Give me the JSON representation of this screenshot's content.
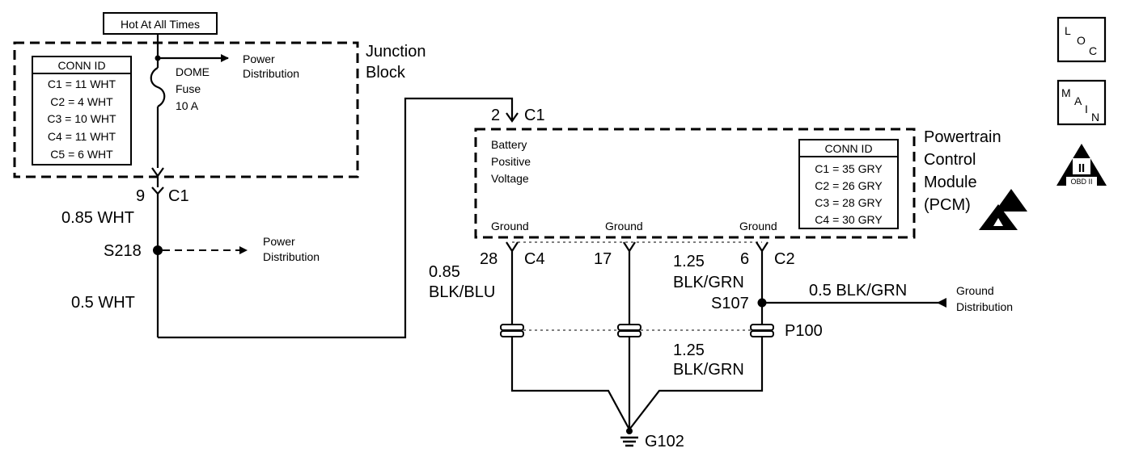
{
  "hot_label": "Hot At All Times",
  "junction_block": {
    "title_line1": "Junction",
    "title_line2": "Block",
    "conn_table": {
      "header": "CONN ID",
      "rows": [
        "C1 = 11 WHT",
        "C2 = 4 WHT",
        "C3 = 10 WHT",
        "C4 = 11 WHT",
        "C5 = 6 WHT"
      ]
    },
    "power_dist_line1": "Power",
    "power_dist_line2": "Distribution",
    "fuse_line1": "DOME",
    "fuse_line2": "Fuse",
    "fuse_line3": "10 A"
  },
  "jb_connector": {
    "pin": "9",
    "conn": "C1"
  },
  "wire_085_wht": "0.85 WHT",
  "splice_s218": "S218",
  "s218_power_line1": "Power",
  "s218_power_line2": "Distribution",
  "wire_05_wht": "0.5 WHT",
  "pcm": {
    "title_lines": [
      "Powertrain",
      "Control",
      "Module",
      "(PCM)"
    ],
    "input_pin": "2",
    "input_conn": "C1",
    "input_label_lines": [
      "Battery",
      "Positive",
      "Voltage"
    ],
    "ground_label": "Ground",
    "conn_table": {
      "header": "CONN ID",
      "rows": [
        "C1 = 35 GRY",
        "C2 = 26 GRY",
        "C3 = 28 GRY",
        "C4 = 30 GRY"
      ]
    }
  },
  "ground_pins": [
    {
      "pin": "28",
      "conn": "C4"
    },
    {
      "pin": "17",
      "conn": ""
    },
    {
      "pin": "6",
      "conn": "C2"
    }
  ],
  "wire_085_blk_blu_line1": "0.85",
  "wire_085_blk_blu_line2": "BLK/BLU",
  "wire_125_blk_grn_top_line1": "1.25",
  "wire_125_blk_grn_top_line2": "BLK/GRN",
  "splice_s107": "S107",
  "wire_05_blk_grn": "0.5 BLK/GRN",
  "ground_dist_line1": "Ground",
  "ground_dist_line2": "Distribution",
  "connector_p100": "P100",
  "wire_125_blk_grn_bottom_line1": "1.25",
  "wire_125_blk_grn_bottom_line2": "BLK/GRN",
  "ground_g102": "G102",
  "side_icons": {
    "loc": [
      "L",
      "O",
      "C"
    ],
    "main": [
      "M",
      "A",
      "I",
      "N"
    ],
    "obd": [
      "II",
      "OBD II"
    ]
  }
}
